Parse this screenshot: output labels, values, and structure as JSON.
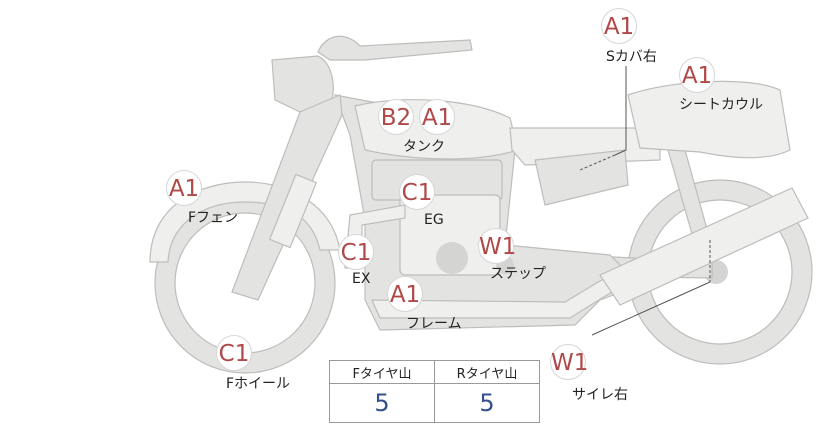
{
  "parts": [
    {
      "id": "s-cover-right",
      "grade": "A1",
      "label": "Sカバ右"
    },
    {
      "id": "seat-cowl",
      "grade": "A1",
      "label": "シートカウル"
    },
    {
      "id": "tank",
      "grades": [
        "B2",
        "A1"
      ],
      "label": "タンク"
    },
    {
      "id": "front-fender",
      "grade": "A1",
      "label": "Fフェン"
    },
    {
      "id": "engine",
      "grade": "C1",
      "label": "EG"
    },
    {
      "id": "exhaust",
      "grade": "C1",
      "label": "EX"
    },
    {
      "id": "step",
      "grade": "W1",
      "label": "ステップ"
    },
    {
      "id": "frame",
      "grade": "A1",
      "label": "フレーム"
    },
    {
      "id": "front-wheel",
      "grade": "C1",
      "label": "Fホイール"
    },
    {
      "id": "silencer-right",
      "grade": "W1",
      "label": "サイレ右"
    }
  ],
  "tread_table": {
    "headers": [
      "Fタイヤ山",
      "Rタイヤ山"
    ],
    "values": [
      "5",
      "5"
    ]
  },
  "colors": {
    "grade_text": "#b04848",
    "tread_value": "#34508c",
    "bike_fill": "#e3e3e1"
  }
}
